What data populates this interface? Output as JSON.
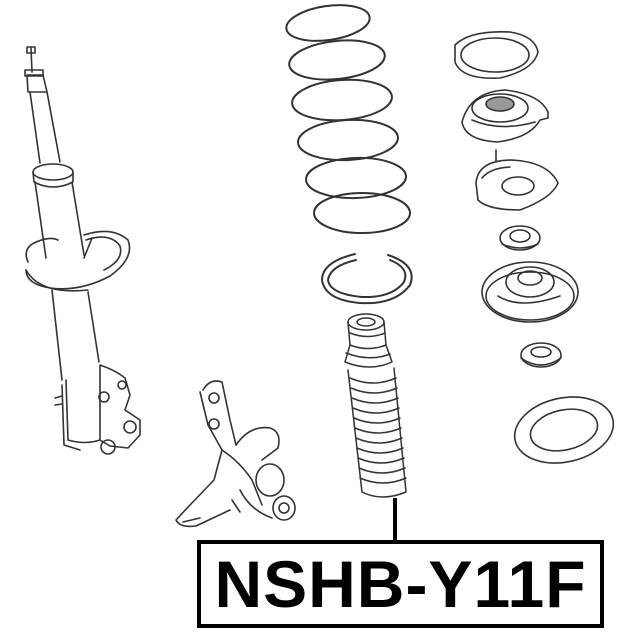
{
  "diagram": {
    "type": "exploded-parts-view",
    "subject": "front suspension strut assembly",
    "components": [
      {
        "id": "strut",
        "label": "shock absorber strut",
        "icon": "strut-icon"
      },
      {
        "id": "knuckle",
        "label": "steering knuckle",
        "icon": "knuckle-icon"
      },
      {
        "id": "coil-spring",
        "label": "coil spring",
        "icon": "spring-icon"
      },
      {
        "id": "bump-stop-boot",
        "label": "bump stop with dust boot",
        "icon": "boot-icon"
      },
      {
        "id": "upper-insulator",
        "label": "upper spring insulator",
        "icon": "ring-icon"
      },
      {
        "id": "strut-mount",
        "label": "strut mount",
        "icon": "mount-icon"
      },
      {
        "id": "mount-plate",
        "label": "mount plate",
        "icon": "plate-icon"
      },
      {
        "id": "bearing",
        "label": "bearing",
        "icon": "bearing-icon"
      },
      {
        "id": "spring-seat",
        "label": "spring seat",
        "icon": "seat-icon"
      },
      {
        "id": "bushing",
        "label": "bushing",
        "icon": "bushing-icon"
      },
      {
        "id": "lower-insulator",
        "label": "lower spring insulator",
        "icon": "ring-icon"
      }
    ],
    "highlighted_component": "bump-stop-boot"
  },
  "label": {
    "part_number": "NSHB-Y11F",
    "border_color": "#000000",
    "text_color": "#000000"
  }
}
